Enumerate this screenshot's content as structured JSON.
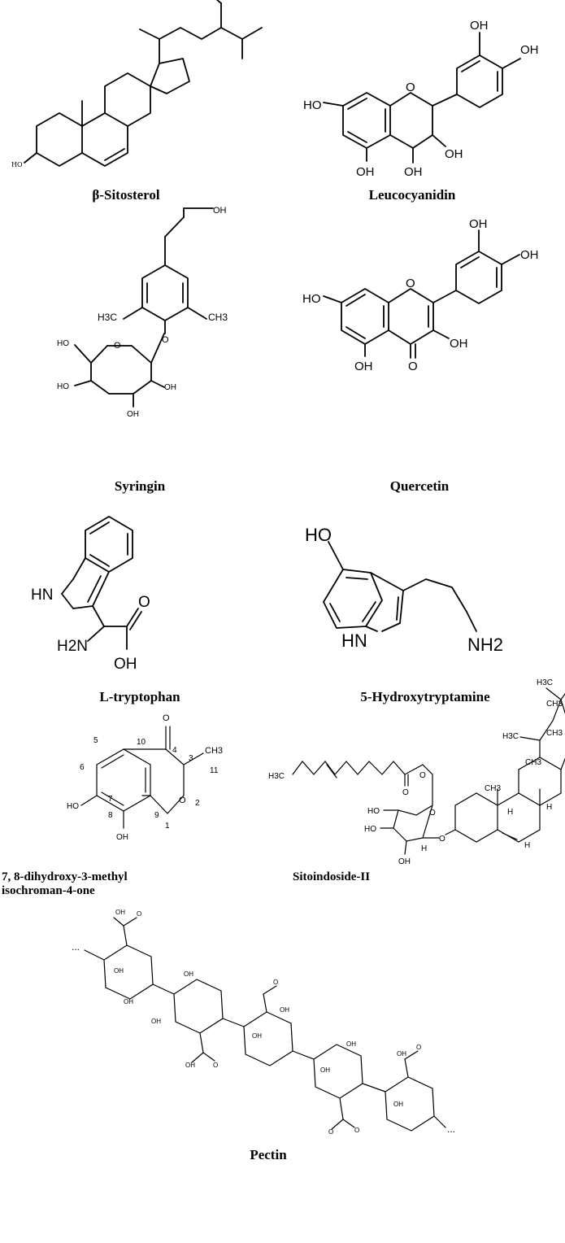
{
  "compounds": [
    {
      "name": "β-Sitosterol"
    },
    {
      "name": "Leucocyanidin"
    },
    {
      "name": "Syringin"
    },
    {
      "name": "Quercetin"
    },
    {
      "name": "L-tryptophan"
    },
    {
      "name": "5-Hydroxytryptamine"
    },
    {
      "name": "7, 8-dihydroxy-3-methyl",
      "name_line2": "isochroman-4-one"
    },
    {
      "name": "Sitoindoside-II"
    },
    {
      "name": "Pectin"
    }
  ],
  "atoms": {
    "ho": "HO",
    "oh": "OH",
    "o": "O",
    "h3c": "H3C",
    "ch3": "CH3",
    "hn": "HN",
    "h2n": "H2N",
    "nh2": "NH2",
    "h": "H",
    "dots": "...",
    "locants": [
      "1",
      "2",
      "3",
      "4",
      "5",
      "6",
      "7",
      "8",
      "9",
      "10",
      "11"
    ]
  }
}
